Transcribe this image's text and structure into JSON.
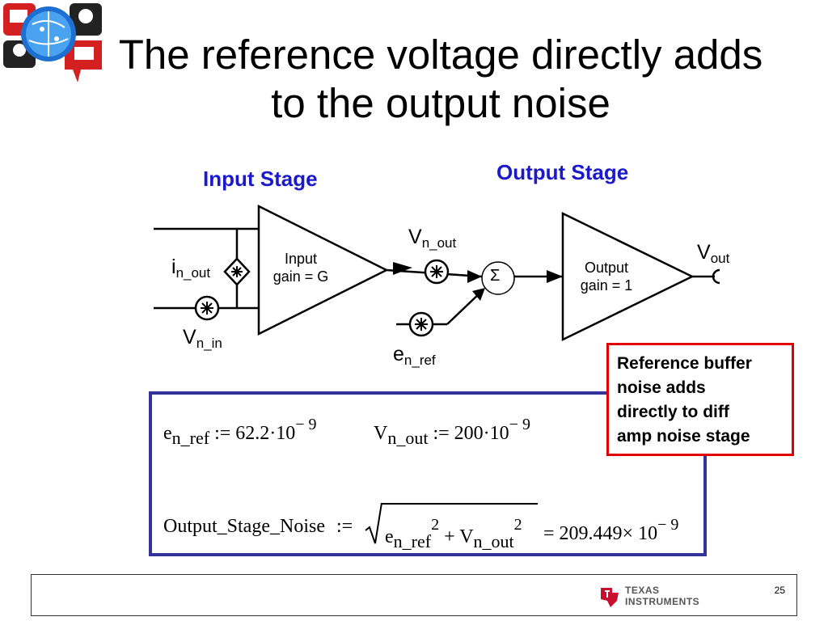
{
  "slide": {
    "title": "The reference voltage directly adds to the output noise",
    "page_number": "25"
  },
  "diagram": {
    "input_stage_label": "Input Stage",
    "output_stage_label": "Output Stage",
    "input_amp_line1": "Input",
    "input_amp_line2": "gain = G",
    "output_amp_line1": "Output",
    "output_amp_line2": "gain = 1",
    "summer_symbol": "Σ",
    "i_n_out": {
      "main": "i",
      "sub": "n_out"
    },
    "v_n_in": {
      "main": "V",
      "sub": "n_in"
    },
    "v_n_out": {
      "main": "V",
      "sub": "n_out"
    },
    "e_n_ref": {
      "main": "e",
      "sub": "n_ref"
    },
    "v_out": {
      "main": "V",
      "sub": "out"
    }
  },
  "callout": {
    "text_lines": [
      "Reference buffer",
      "noise adds",
      "directly to diff",
      "amp noise stage"
    ]
  },
  "equations": {
    "eq1": {
      "var": "e",
      "sub": "n_ref",
      "assign": ":=",
      "value": "62.2·10",
      "exp": "− 9"
    },
    "eq2": {
      "var": "V",
      "sub": "n_out",
      "assign": ":=",
      "value": "200·10",
      "exp": "− 9"
    },
    "eq3": {
      "lhs": "Output_Stage_Noise",
      "assign": ":=",
      "term1_var": "e",
      "term1_sub": "n_ref",
      "term1_exp": "2",
      "plus": "+",
      "term2_var": "V",
      "term2_sub": "n_out",
      "term2_exp": "2",
      "result": "= 209.449× 10",
      "result_exp": "− 9"
    }
  },
  "footer": {
    "company_line1": "Texas",
    "company_line2": "Instruments"
  },
  "colors": {
    "stage_label": "#1a1acc",
    "callout_border": "#e00000",
    "equation_border": "#333399"
  }
}
